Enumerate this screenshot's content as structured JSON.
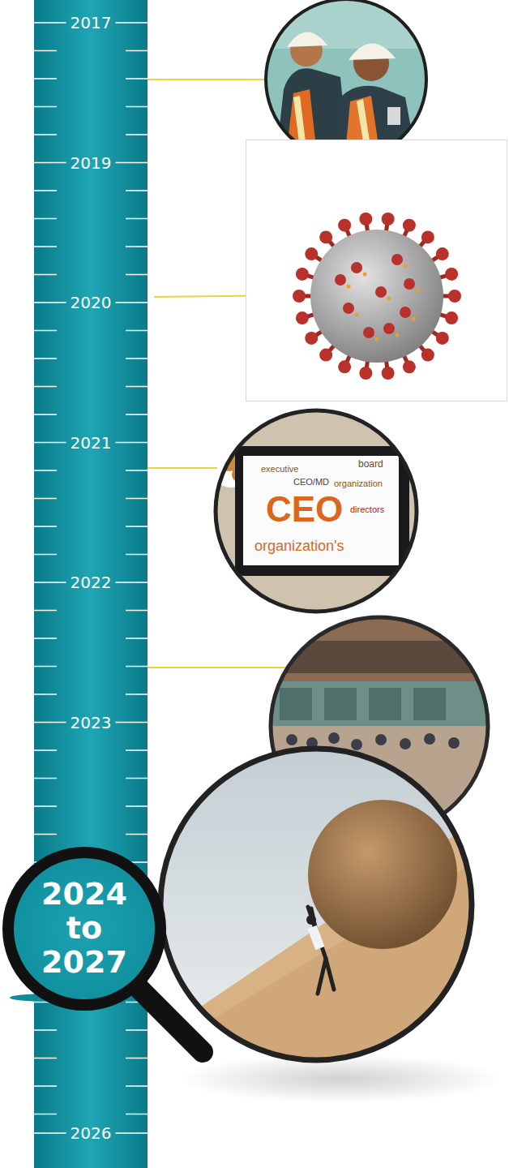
{
  "diagram": {
    "nodes": [
      {
        "text": [
          "2024 to 2027"
        ]
      }
    ],
    "labels": [
      "2017",
      "2019",
      "2020",
      "2021",
      "2022",
      "2023",
      "2026",
      "board",
      "executive",
      "CEO/MD",
      "organization",
      "CEO",
      "directors",
      "organization's"
    ]
  }
}
